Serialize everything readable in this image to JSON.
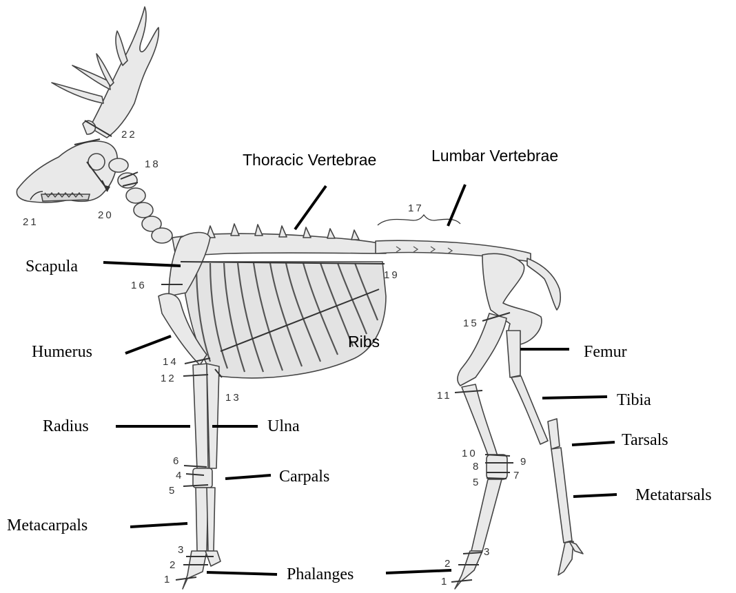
{
  "labels": {
    "thoracic": "Thoracic Vertebrae",
    "lumbar": "Lumbar Vertebrae",
    "scapula": "Scapula",
    "humerus": "Humerus",
    "ribs": "Ribs",
    "radius": "Radius",
    "ulna": "Ulna",
    "carpals": "Carpals",
    "metacarpals": "Metacarpals",
    "phalanges": "Phalanges",
    "femur": "Femur",
    "tibia": "Tibia",
    "tarsals": "Tarsals",
    "metatarsals": "Metatarsals"
  },
  "numbers": {
    "n22": "22",
    "n18": "18",
    "n20": "20",
    "n21": "21",
    "n17": "17",
    "n19": "19",
    "n16": "16",
    "n14": "14",
    "n12": "12",
    "n13": "13",
    "n15": "15",
    "n11": "11",
    "f6": "6",
    "f4": "4",
    "f5": "5",
    "f3": "3",
    "f2": "2",
    "f1": "1",
    "h10": "10",
    "h9": "9",
    "h8": "8",
    "h7": "7",
    "h5": "5",
    "h3": "3",
    "h2": "2",
    "h1": "1"
  }
}
